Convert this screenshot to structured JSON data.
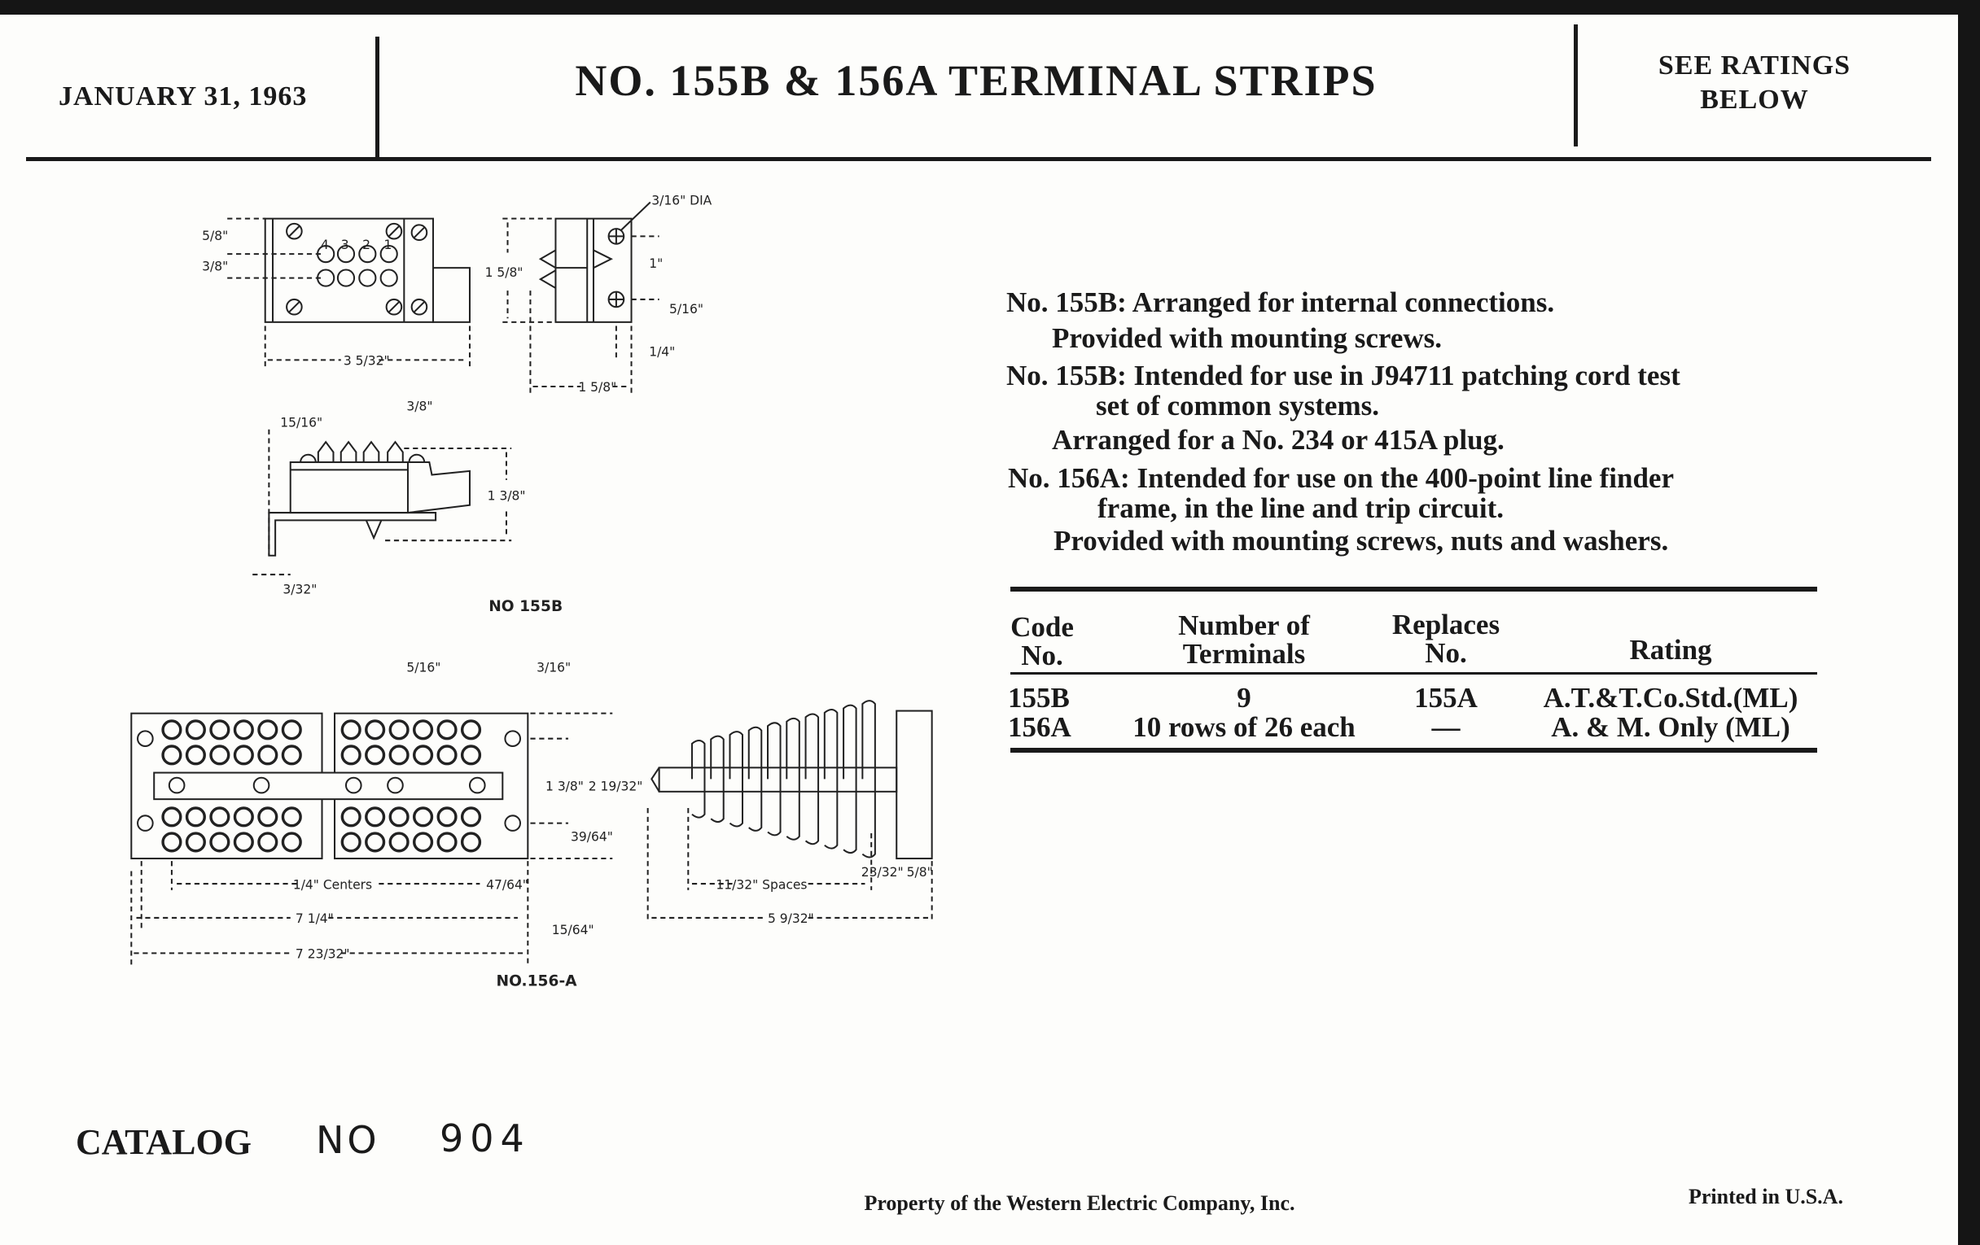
{
  "header": {
    "date": "JANUARY 31, 1963",
    "title": "NO. 155B & 156A TERMINAL STRIPS",
    "ratings_line1": "SEE RATINGS",
    "ratings_line2": "BELOW"
  },
  "descriptions": [
    "No. 155B:  Arranged for internal connections.",
    "Provided with mounting screws.",
    "No. 155B:  Intended for use in J94711 patching cord test",
    "set of common systems.",
    "Arranged for a No. 234 or 415A plug.",
    "No. 156A:  Intended for use on the 400-point line finder",
    "frame, in the line and trip circuit.",
    "Provided with mounting screws, nuts and washers."
  ],
  "table": {
    "headers": {
      "code_1": "Code",
      "code_2": "No.",
      "terminals_1": "Number of",
      "terminals_2": "Terminals",
      "replaces_1": "Replaces",
      "replaces_2": "No.",
      "rating": "Rating"
    },
    "rows": [
      {
        "code": "155B",
        "terminals": "9",
        "replaces": "155A",
        "rating": "A.T.&T.Co.Std.(ML)"
      },
      {
        "code": "156A",
        "terminals": "10 rows of 26 each",
        "replaces": "—",
        "rating": "A. & M. Only (ML)"
      }
    ]
  },
  "drawing_155b": {
    "caption": "NO 155B",
    "terminal_numbers": [
      "4",
      "3",
      "2",
      "1"
    ],
    "dims": {
      "top_spacing": "5/8\"",
      "row_spacing": "3/8\"",
      "width": "3 5/32\"",
      "side_height": "1 5/8\"",
      "hole_dia": "3/16\" DIA",
      "hole_spacing": "1\"",
      "hole_offset": "5/16\"",
      "edge_offset": "1/4\"",
      "side_width": "1 5/8\"",
      "pin_offset": "15/16\"",
      "pin_spacing": "3/8\"",
      "front_height": "1 3/8\"",
      "bracket_thickness": "3/32\""
    }
  },
  "drawing_156a": {
    "caption": "NO.156-A",
    "dims": {
      "hole_a": "5/16\"",
      "hole_b": "3/16\"",
      "hole_spacing": "1 3/8\"",
      "height": "2 19/32\"",
      "bottom_offset": "39/64\"",
      "centers": "1/4\" Centers",
      "end_offset": "47/64\"",
      "length_inner": "7 1/4\"",
      "edge_offset": "15/64\"",
      "length_total": "7 23/32\"",
      "spaces": "11/32\" Spaces",
      "block_offset": "23/32\"",
      "block_width": "5/8\"",
      "side_length": "5 9/32\""
    }
  },
  "catalog": {
    "label": "CATALOG",
    "no": "NO",
    "number": "904"
  },
  "footer": {
    "property": "Property of the Western Electric Company, Inc.",
    "printed": "Printed in U.S.A."
  }
}
